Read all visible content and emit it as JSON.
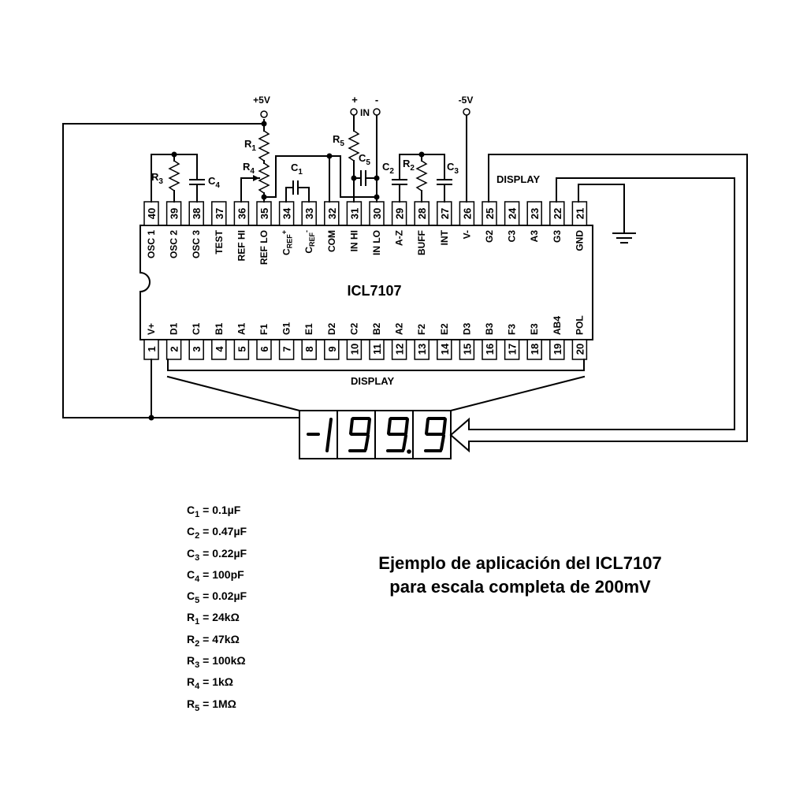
{
  "chip": {
    "name": "ICL7107"
  },
  "supply": {
    "plus": "+5V",
    "minus": "-5V"
  },
  "input": {
    "plus": "+",
    "minus": "-",
    "label": "IN"
  },
  "display_labels": {
    "top": "DISPLAY",
    "bottom": "DISPLAY"
  },
  "display_digits": [
    "-1",
    "9",
    "9.",
    "9"
  ],
  "display_reading": "-199.9",
  "top_pins": [
    {
      "num": "40",
      "name": "OSC 1"
    },
    {
      "num": "39",
      "name": "OSC 2"
    },
    {
      "num": "38",
      "name": "OSC 3"
    },
    {
      "num": "37",
      "name": "TEST"
    },
    {
      "num": "36",
      "name": "REF HI"
    },
    {
      "num": "35",
      "name": "REF LO"
    },
    {
      "num": "34",
      "name": "CREF+"
    },
    {
      "num": "33",
      "name": "CREF-"
    },
    {
      "num": "32",
      "name": "COM"
    },
    {
      "num": "31",
      "name": "IN HI"
    },
    {
      "num": "30",
      "name": "IN LO"
    },
    {
      "num": "29",
      "name": "A-Z"
    },
    {
      "num": "28",
      "name": "BUFF"
    },
    {
      "num": "27",
      "name": "INT"
    },
    {
      "num": "26",
      "name": "V-"
    },
    {
      "num": "25",
      "name": "G2"
    },
    {
      "num": "24",
      "name": "C3"
    },
    {
      "num": "23",
      "name": "A3"
    },
    {
      "num": "22",
      "name": "G3"
    },
    {
      "num": "21",
      "name": "GND"
    }
  ],
  "bottom_pins": [
    {
      "num": "1",
      "name": "V+"
    },
    {
      "num": "2",
      "name": "D1"
    },
    {
      "num": "3",
      "name": "C1"
    },
    {
      "num": "4",
      "name": "B1"
    },
    {
      "num": "5",
      "name": "A1"
    },
    {
      "num": "6",
      "name": "F1"
    },
    {
      "num": "7",
      "name": "G1"
    },
    {
      "num": "8",
      "name": "E1"
    },
    {
      "num": "9",
      "name": "D2"
    },
    {
      "num": "10",
      "name": "C2"
    },
    {
      "num": "11",
      "name": "B2"
    },
    {
      "num": "12",
      "name": "A2"
    },
    {
      "num": "13",
      "name": "F2"
    },
    {
      "num": "14",
      "name": "E2"
    },
    {
      "num": "15",
      "name": "D3"
    },
    {
      "num": "16",
      "name": "B3"
    },
    {
      "num": "17",
      "name": "F3"
    },
    {
      "num": "18",
      "name": "E3"
    },
    {
      "num": "19",
      "name": "AB4"
    },
    {
      "num": "20",
      "name": "POL"
    }
  ],
  "components": [
    {
      "ref": "C1",
      "sym": "C",
      "sub": "1",
      "value": "0.1µF"
    },
    {
      "ref": "C2",
      "sym": "C",
      "sub": "2",
      "value": "0.47µF"
    },
    {
      "ref": "C3",
      "sym": "C",
      "sub": "3",
      "value": "0.22µF"
    },
    {
      "ref": "C4",
      "sym": "C",
      "sub": "4",
      "value": "100pF"
    },
    {
      "ref": "C5",
      "sym": "C",
      "sub": "5",
      "value": "0.02µF"
    },
    {
      "ref": "R1",
      "sym": "R",
      "sub": "1",
      "value": "24kΩ"
    },
    {
      "ref": "R2",
      "sym": "R",
      "sub": "2",
      "value": "47kΩ"
    },
    {
      "ref": "R3",
      "sym": "R",
      "sub": "3",
      "value": "100kΩ"
    },
    {
      "ref": "R4",
      "sym": "R",
      "sub": "4",
      "value": "1kΩ"
    },
    {
      "ref": "R5",
      "sym": "R",
      "sub": "5",
      "value": "1MΩ"
    }
  ],
  "caption": {
    "line1": "Ejemplo de aplicación del ICL7107",
    "line2": "para escala completa de 200mV"
  }
}
